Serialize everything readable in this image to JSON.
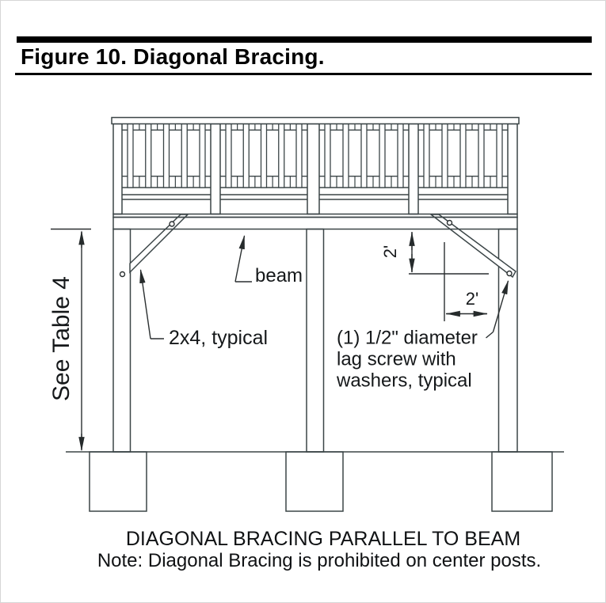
{
  "header": {
    "title": "Figure 10. Diagonal Bracing."
  },
  "diagram": {
    "labels": {
      "beam": "beam",
      "brace": "2x4, typical",
      "lag_line1": "(1) 1/2\" diameter",
      "lag_line2": "lag screw with",
      "lag_line3": "washers, typical",
      "height_reference": "See Table 4",
      "dim_vertical": "2'",
      "dim_horizontal": "2'"
    },
    "caption": "DIAGONAL BRACING PARALLEL TO BEAM",
    "note": "Note: Diagonal Bracing is prohibited on center posts.",
    "palette": {
      "line": "#3b4547",
      "text": "#15181a",
      "header_rule": "#000000",
      "background": "#ffffff"
    }
  }
}
